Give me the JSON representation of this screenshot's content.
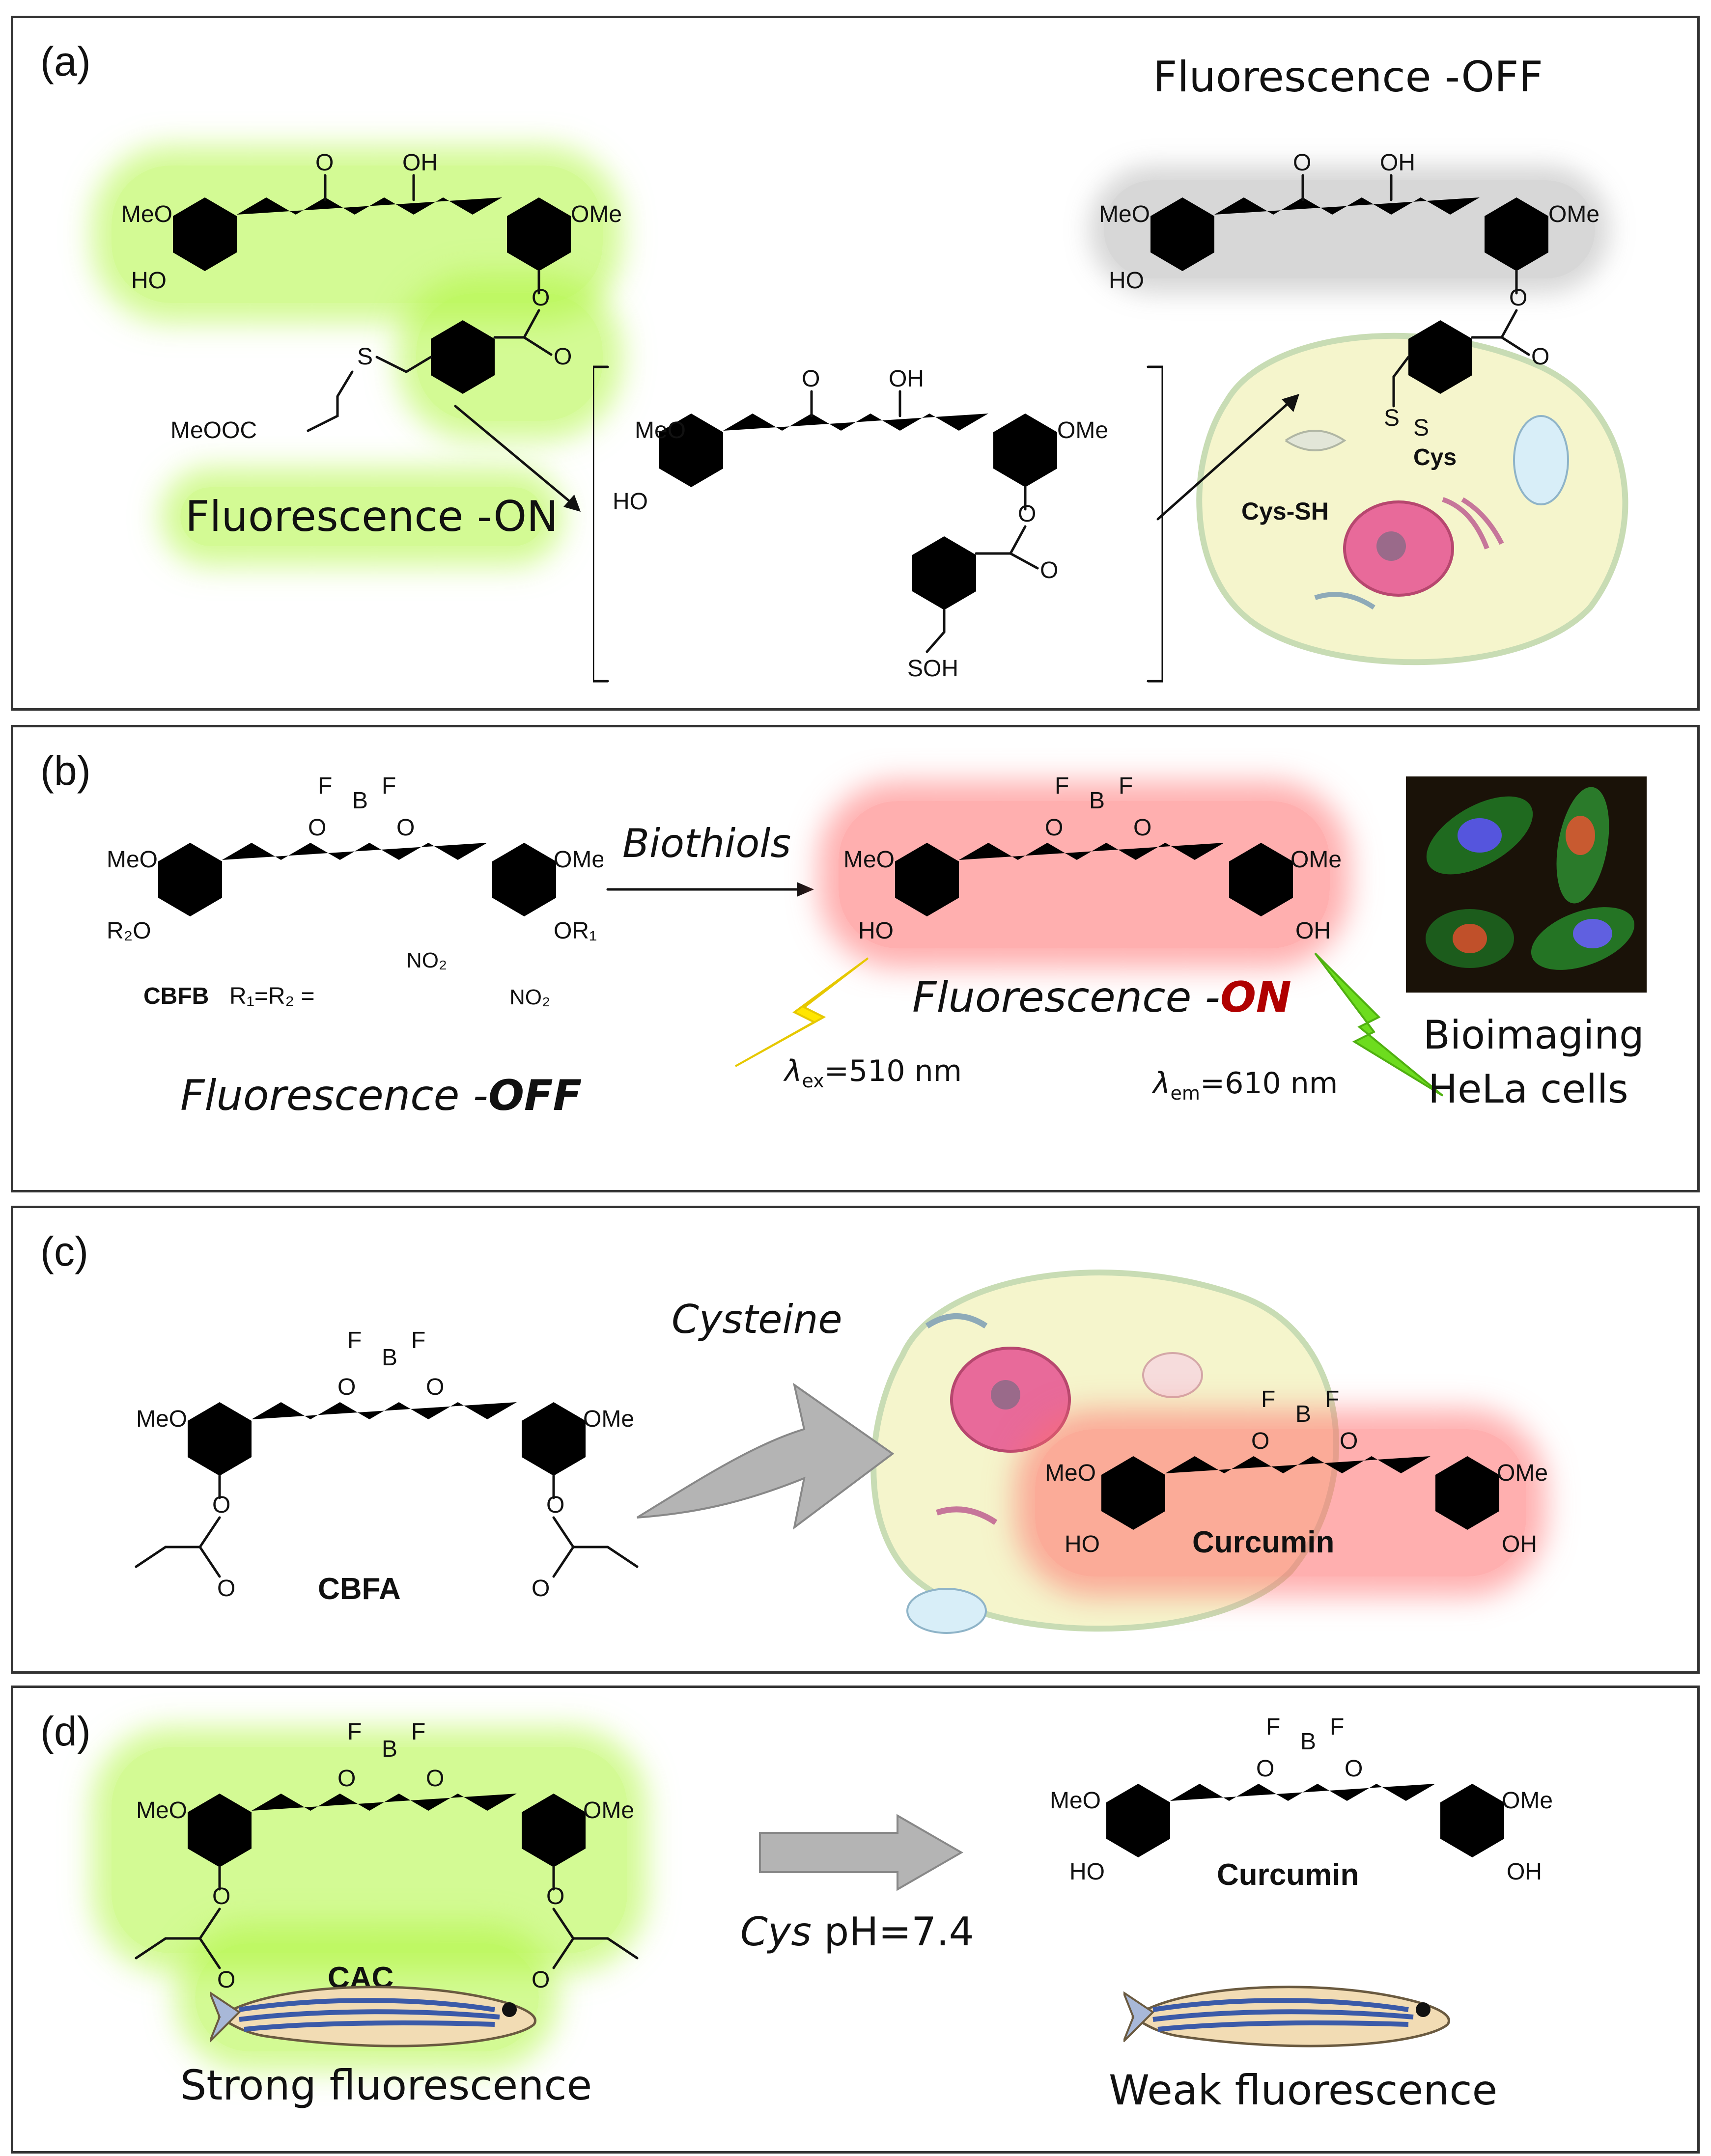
{
  "colors": {
    "green_glow": "#b4f53c",
    "red_glow": "#ff6e6e",
    "grey_glow": "#8c8c8c",
    "border": "#333333"
  },
  "panel_a": {
    "label": "(a)",
    "status_off": "Fluorescence -OFF",
    "status_on": "Fluorescence -ON",
    "reagent": "Cys-SH",
    "groups": {
      "meo": "MeO",
      "ome": "OMe",
      "ho": "HO",
      "oh": "OH",
      "o": "O",
      "s": "S",
      "ester": "MeOOC",
      "soh": "SOH",
      "cys": "Cys"
    }
  },
  "panel_b": {
    "label": "(b)",
    "reagent": "Biothiols",
    "compound": "CBFB",
    "substituent": "R₁=R₂ =",
    "no2": "NO₂",
    "off_prefix": "Fluorescence -",
    "off_emph": "OFF",
    "on_prefix": "Fluorescence -",
    "on_emph": "ON",
    "excitation": "=510 nm",
    "emission": "=610 nm",
    "lambda_ex": "λ",
    "ex_sub": "ex",
    "em_sub": "em",
    "bioimaging_line1": "Bioimaging",
    "bioimaging_line2": "HeLa cells",
    "groups": {
      "meo": "MeO",
      "ome": "OMe",
      "ho": "HO",
      "oh": "OH",
      "r2o": "R₂O",
      "or1": "OR₁",
      "f": "F",
      "b": "B",
      "o": "O"
    }
  },
  "panel_c": {
    "label": "(c)",
    "reagent": "Cysteine",
    "compound": "CBFA",
    "product": "Curcumin",
    "groups": {
      "meo": "MeO",
      "ome": "OMe",
      "ho": "HO",
      "oh": "OH",
      "f": "F",
      "b": "B",
      "o": "O"
    }
  },
  "panel_d": {
    "label": "(d)",
    "compound": "CAC",
    "product": "Curcumin",
    "condition_italic": "Cys",
    "condition_rest": " pH=7.4",
    "strong": "Strong fluorescence",
    "weak": "Weak fluorescence",
    "groups": {
      "meo": "MeO",
      "ome": "OMe",
      "ho": "HO",
      "oh": "OH",
      "f": "F",
      "b": "B",
      "o": "O"
    }
  }
}
